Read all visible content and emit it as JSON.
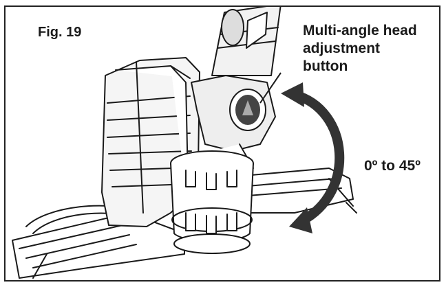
{
  "figure_label": "Fig. 19",
  "callout": {
    "lines": [
      "Multi-angle head",
      "adjustment",
      "button"
    ]
  },
  "angle_range_label": "0º to 45º",
  "icons": {
    "arrow": "curved-double-arrow-icon",
    "button": "adjustment-button-icon"
  },
  "colors": {
    "line": "#1a1a1a",
    "arrow": "#333333",
    "button": "#444444",
    "body_shade": "#e6e6e6"
  }
}
